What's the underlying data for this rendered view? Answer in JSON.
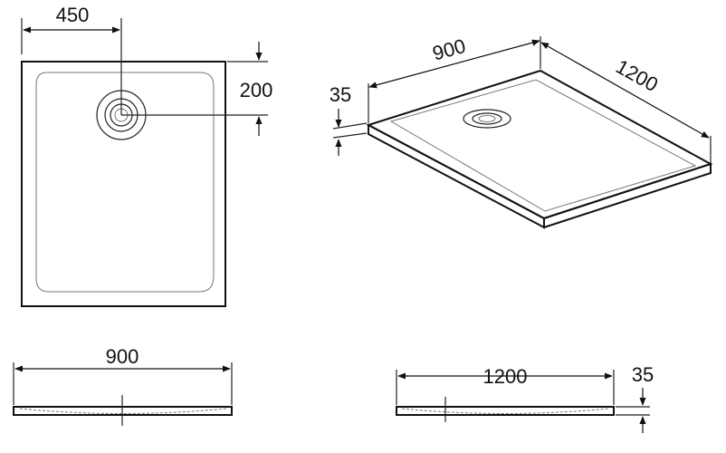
{
  "top_view": {
    "width_offset_label": "450",
    "depth_offset_label": "200"
  },
  "iso_view": {
    "width_label": "900",
    "length_label": "1200",
    "height_label": "35"
  },
  "front_view": {
    "width_label": "900"
  },
  "side_view": {
    "length_label": "1200",
    "height_label": "35"
  }
}
